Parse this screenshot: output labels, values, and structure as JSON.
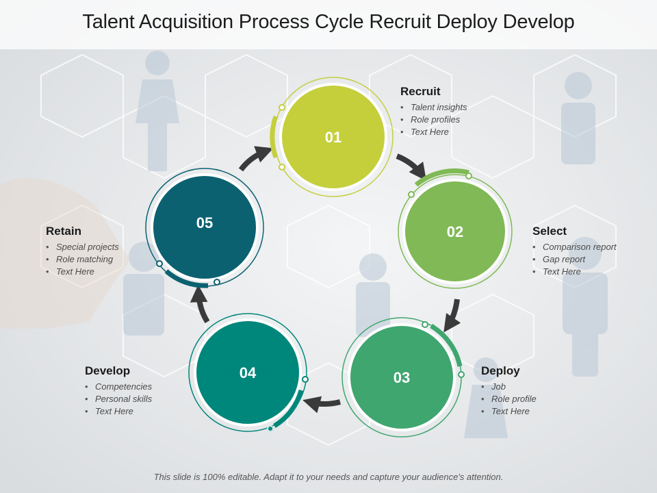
{
  "title": "Talent Acquisition Process Cycle Recruit Deploy Develop",
  "footer": "This slide is 100% editable. Adapt it to your needs and capture your audience's attention.",
  "colors": {
    "stage1": "#c5cf3c",
    "stage2": "#80b955",
    "stage3": "#3fa66f",
    "stage4": "#00877b",
    "stage5": "#0b6170",
    "arrow": "#3a3a3a"
  },
  "stages": [
    {
      "number": "01",
      "title": "Recruit",
      "bullets": [
        "Talent insights",
        "Role profiles",
        "Text Here"
      ]
    },
    {
      "number": "02",
      "title": "Select",
      "bullets": [
        "Comparison report",
        "Gap report",
        "Text Here"
      ]
    },
    {
      "number": "03",
      "title": "Deploy",
      "bullets": [
        "Job",
        "Role profile",
        "Text Here"
      ]
    },
    {
      "number": "04",
      "title": "Develop",
      "bullets": [
        "Competencies",
        "Personal skills",
        "Text Here"
      ]
    },
    {
      "number": "05",
      "title": "Retain",
      "bullets": [
        "Special projects",
        "Role matching",
        "Text Here"
      ]
    }
  ]
}
